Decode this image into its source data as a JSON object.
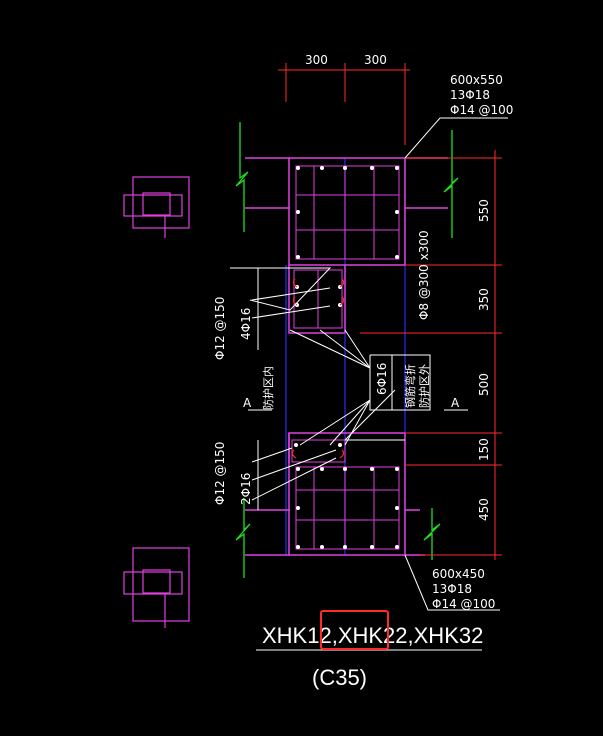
{
  "drawing": {
    "dim_top_left": "300",
    "dim_top_right": "300",
    "top_section": {
      "size": "600x550",
      "main_bars": "13Φ18",
      "stirrups": "Φ14 @100"
    },
    "bottom_section": {
      "size": "600x450",
      "main_bars": "13Φ18",
      "stirrups": "Φ14 @100"
    },
    "dims_right": [
      "550",
      "350",
      "500",
      "150",
      "450"
    ],
    "label_a_left": "A",
    "label_a_right": "A",
    "upper_left_bars": "4Φ16",
    "upper_left_stirrups": "Φ12 @150",
    "lower_left_bars": "2Φ16",
    "lower_left_stirrups": "Φ12 @150",
    "center_bars": "6Φ16",
    "tie_bars": "Φ8 @300 x300",
    "inner_face_label": "防护区内",
    "outer_face_label_1": "钢筋弯折",
    "outer_face_label_2": "防护区外",
    "member_ids": "XHK12,XHK22,XHK32",
    "concrete_grade": "(C35)"
  },
  "colors": {
    "background": "#000000",
    "concrete_outline": "#e040e0",
    "rebar": "#e040e0",
    "dimension": "#ff2a2a",
    "grid_line": "#2a2aff",
    "section_cut": "#20e020",
    "leader": "#ffffff",
    "highlight_box": "#ff2a2a"
  }
}
